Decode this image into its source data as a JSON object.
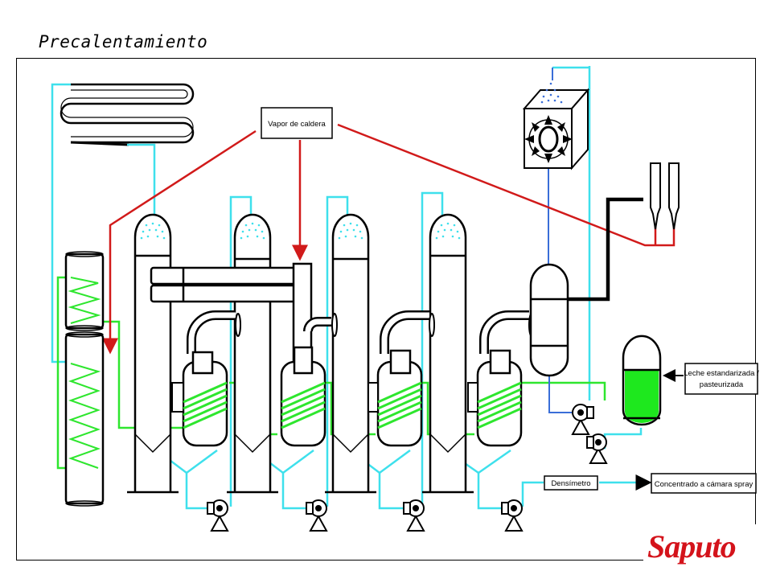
{
  "title": "Precalentamiento",
  "labels": {
    "steam": "Vapor de caldera",
    "milk_line1": "Leche estandarizada /",
    "milk_line2": "pasteurizada",
    "densimeter": "Densímetro",
    "concentrate": "Concentrado a cámara spray"
  },
  "logo_text": "Saputo",
  "colors": {
    "steam": "#d11a1a",
    "water": "#3ee0ec",
    "product": "#2ee62e",
    "cooling": "#3a6ed8",
    "outline": "#000000",
    "milk_fill": "#1ee81e",
    "logo": "#d4131b"
  }
}
